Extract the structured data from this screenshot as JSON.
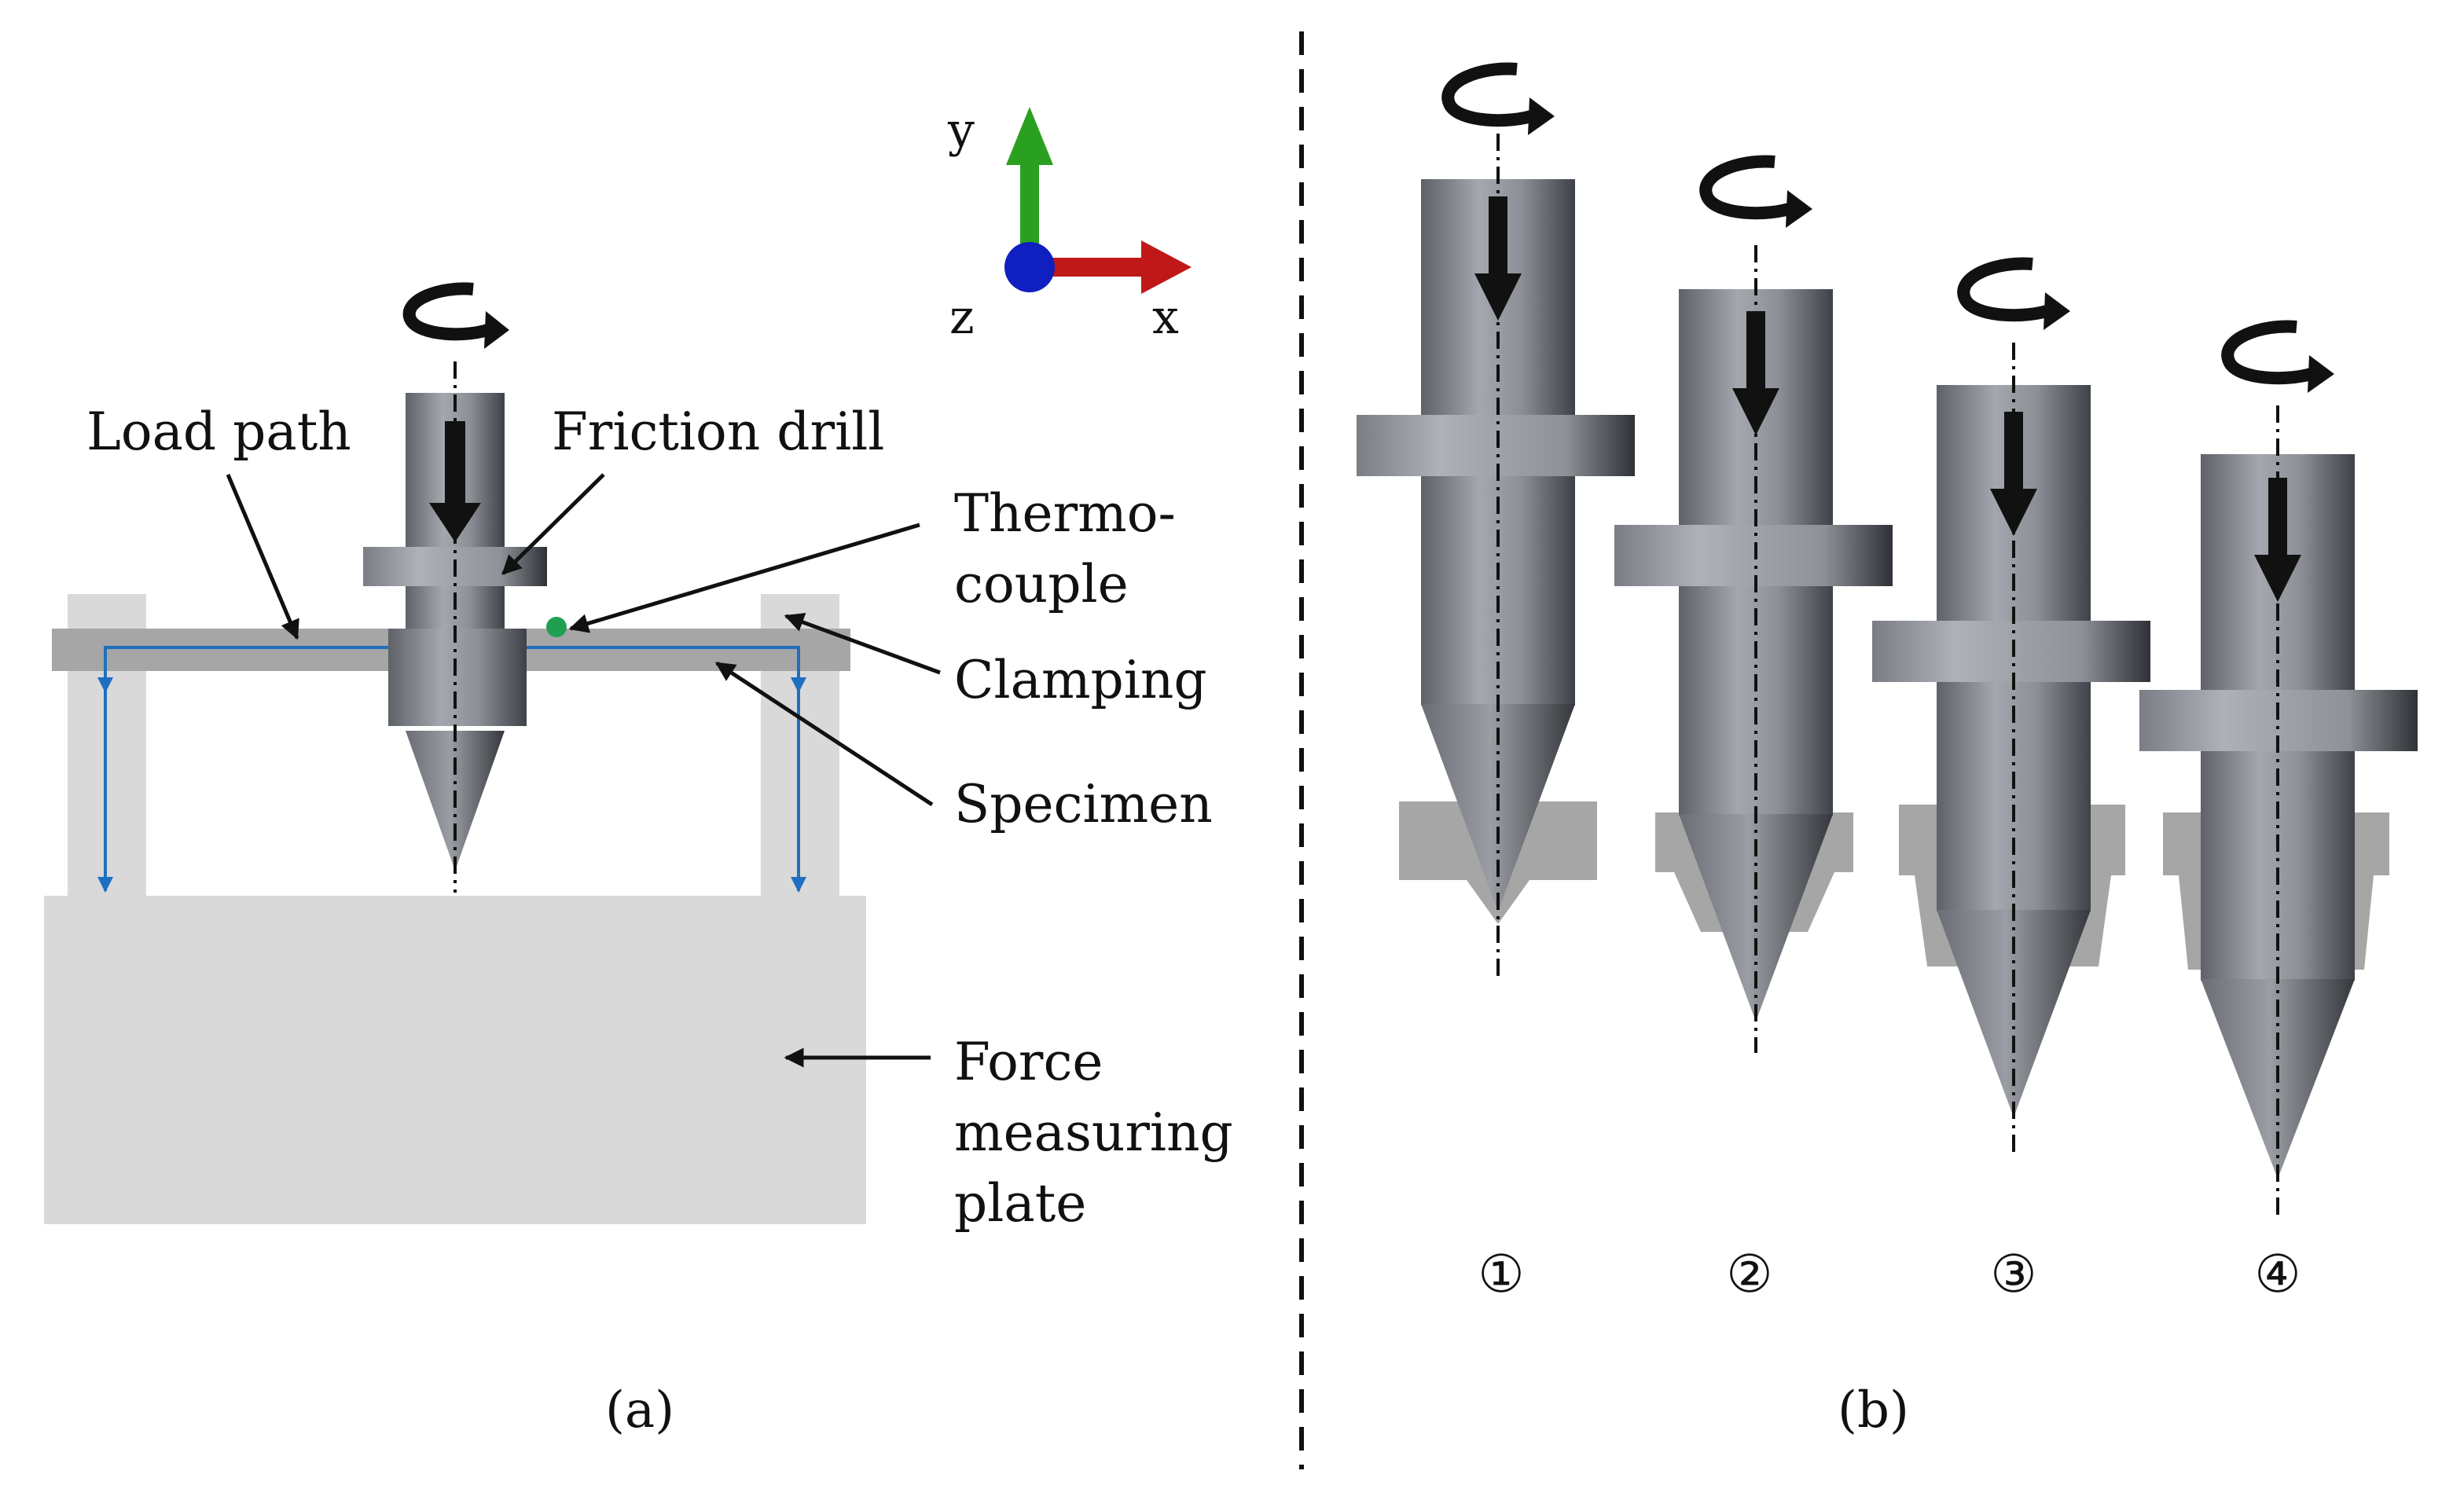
{
  "panel_a": {
    "caption": "(a)",
    "labels": {
      "load_path": "Load path",
      "friction_drill": "Friction drill",
      "thermocouple_1": "Thermo-",
      "thermocouple_2": "couple",
      "clamping": "Clamping",
      "specimen": "Specimen",
      "force_1": "Force",
      "force_2": "measuring",
      "force_3": "plate"
    },
    "axes": {
      "y": "y",
      "z": "z",
      "x": "x"
    }
  },
  "panel_b": {
    "caption": "(b)",
    "stages": [
      "①",
      "②",
      "③",
      "④"
    ]
  },
  "colors": {
    "load_path": "#1f6fc0",
    "thermocouple": "#1fa050",
    "axis_x": "#c01818",
    "axis_y": "#2aa020",
    "axis_z": "#1020c0",
    "tool_gray": "#8a8e94",
    "fixture_gray": "#d9d9d9",
    "specimen_gray": "#a6a6a6"
  }
}
